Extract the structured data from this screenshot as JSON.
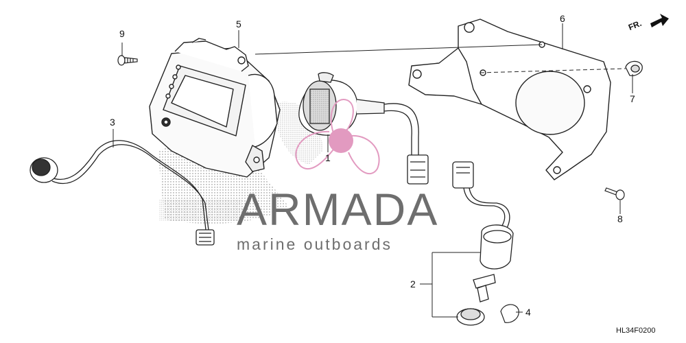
{
  "callouts": {
    "c1": "1",
    "c2": "2",
    "c3": "3",
    "c4": "4",
    "c5": "5",
    "c6": "6",
    "c7": "7",
    "c8": "8",
    "c9": "9"
  },
  "direction_label": "FR.",
  "watermark": {
    "title": "ARMADA",
    "subtitle": "marine outboards",
    "accent_color": "#e29ac0"
  },
  "reference_code": "HL34F0200"
}
